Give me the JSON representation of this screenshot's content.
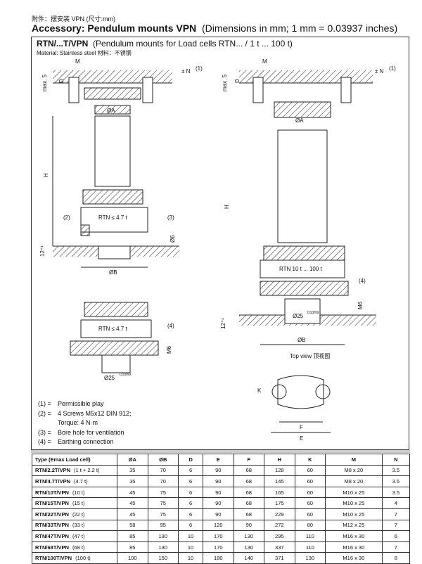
{
  "header": {
    "cn": "附件：摆安装 VPN (尺寸:mm)",
    "title_bold": "Accessory: Pendulum mounts VPN",
    "title_rest": "(Dimensions  in mm; 1 mm = 0.03937 inches)"
  },
  "panel": {
    "title_bold": "RTN/...T/VPN",
    "title_rest": "(Pendulum mounts for Load cells RTN... / 1 t ... 100 t)",
    "material": "Material: Stainless steel  材料：不锈钢"
  },
  "drawing": {
    "M": "M",
    "N": "± N",
    "n1": "(1)",
    "max5": "max. 5",
    "D": "D",
    "A": "ØA",
    "H": "H",
    "rtn_small": "RTN  ≤ 4.7 t",
    "n2": "(2)",
    "n3": "(3)",
    "d6": "Ø6",
    "h12": "12⁺¹",
    "B": "ØB",
    "n4": "(4)",
    "M6": "M6",
    "d25": "Ø25",
    "tol": "D10/h9",
    "rtn_big": "RTN 10 t ... 100 t",
    "top_view": "Top view  顶视图",
    "K": "K",
    "F": "F",
    "E": "E"
  },
  "legend": [
    {
      "k": "(1) =",
      "v": "Permissible play"
    },
    {
      "k": "(2) =",
      "v": "4 Screws M5x12 DIN 912;",
      "v2": "Torque: 4 N·m"
    },
    {
      "k": "(3) =",
      "v": "Bore hole for ventilation"
    },
    {
      "k": "(4) =",
      "v": "Earthing connection"
    }
  ],
  "table": {
    "headers": [
      "Type  (Emax Load cell)",
      "ØA",
      "ØB",
      "D",
      "E",
      "F",
      "H",
      "K",
      "M",
      "N"
    ],
    "rows": [
      [
        "RTN/2.2T/VPN",
        "(1 t + 2.2 t)",
        "35",
        "70",
        "6",
        "90",
        "68",
        "128",
        "60",
        "M8 x 20",
        "3.5"
      ],
      [
        "RTN/4.7T/VPN",
        "(4.7 t)",
        "35",
        "70",
        "6",
        "90",
        "68",
        "145",
        "60",
        "M8 x 20",
        "3.5"
      ],
      [
        "RTN/10T/VPN",
        "(10 t)",
        "45",
        "75",
        "6",
        "90",
        "68",
        "165",
        "60",
        "M10 x 25",
        "3.5"
      ],
      [
        "RTN/15T/VPN",
        "(15 t)",
        "45",
        "75",
        "6",
        "90",
        "68",
        "175",
        "60",
        "M10 x 25",
        "4"
      ],
      [
        "RTN/22T/VPN",
        "(22 t)",
        "45",
        "75",
        "6",
        "90",
        "68",
        "229",
        "60",
        "M10 x 25",
        "7"
      ],
      [
        "RTN/33T/VPN",
        "(33 t)",
        "58",
        "95",
        "6",
        "120",
        "90",
        "272",
        "80",
        "M12 x 25",
        "7"
      ],
      [
        "RTN/47T/VPN",
        "(47 t)",
        "85",
        "130",
        "10",
        "170",
        "130",
        "295",
        "110",
        "M16 x 30",
        "6"
      ],
      [
        "RTN/68T/VPN",
        "(68 t)",
        "85",
        "130",
        "10",
        "170",
        "130",
        "337",
        "110",
        "M16 x 30",
        "7"
      ],
      [
        "RTN/100T/VPN",
        "(100 t)",
        "100",
        "150",
        "10",
        "180",
        "140",
        "371",
        "130",
        "M16 x 30",
        "8"
      ]
    ]
  }
}
